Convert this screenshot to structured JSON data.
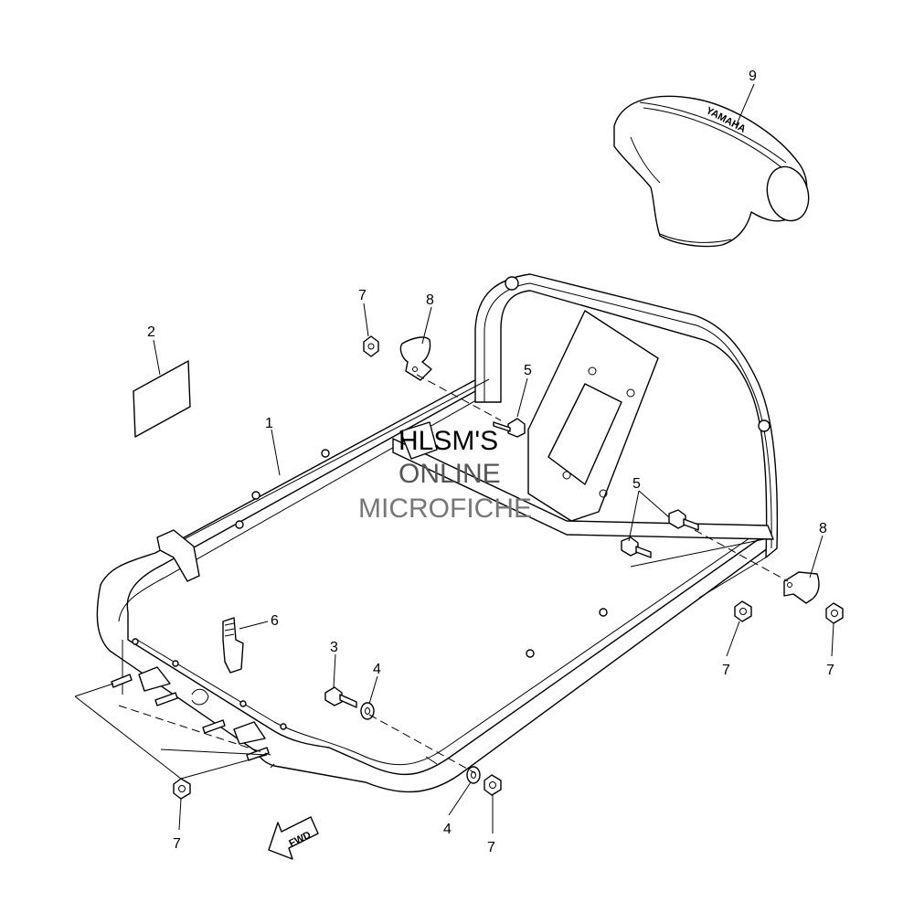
{
  "callouts": {
    "c1": "1",
    "c2": "2",
    "c3": "3",
    "c4a": "4",
    "c4b": "4",
    "c5a": "5",
    "c5b": "5",
    "c6": "6",
    "c7a": "7",
    "c7b": "7",
    "c7c": "7",
    "c7d": "7",
    "c7e": "7",
    "c8a": "8",
    "c8b": "8",
    "c9": "9"
  },
  "watermark": {
    "line1": "HLSM'S",
    "line2": "ONLINE",
    "line3": "MICROFICHE"
  },
  "direction_label": "FWD",
  "cover_logo": "YAMAHA",
  "colors": {
    "ink": "#000000",
    "background": "#ffffff",
    "watermark_mid": "#555555",
    "watermark_light": "#777777"
  }
}
